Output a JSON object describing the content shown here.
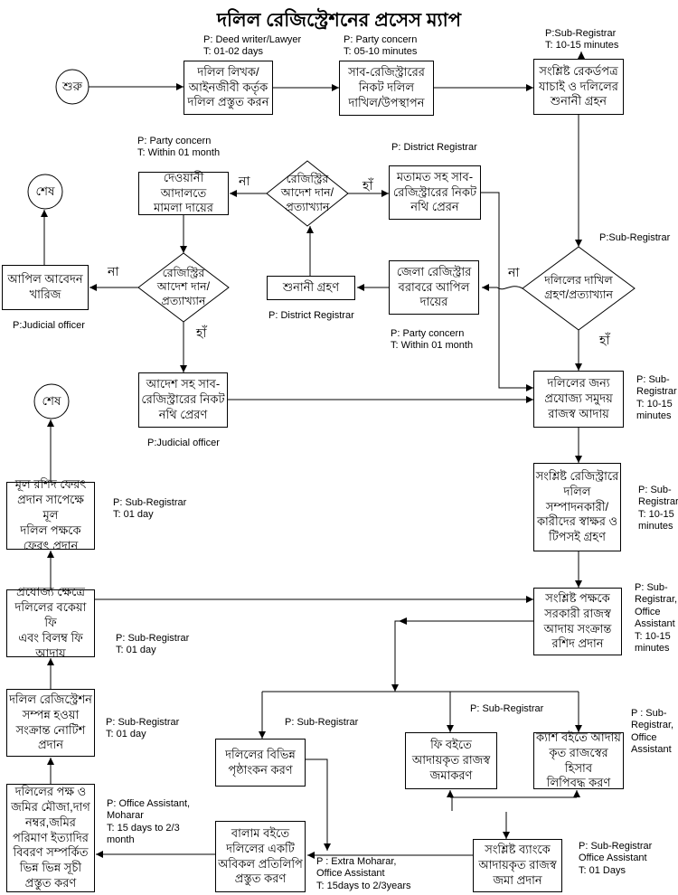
{
  "title": "দলিল রেজিস্ট্রেশনের প্রসেস ম্যাপ",
  "colors": {
    "line": "#000000",
    "box_border": "#000000",
    "background": "#ffffff",
    "text": "#000000"
  },
  "edges": {
    "yes": "হাঁ",
    "no": "না"
  },
  "nodes": {
    "start": {
      "label": "শুরু"
    },
    "end_top": {
      "label": "শেষ"
    },
    "end_mid": {
      "label": "শেষ"
    },
    "prepare_deed": {
      "label": "দলিল লিখক/\nআইনজীবী কর্তৃক\nদলিল প্রস্তুত করন"
    },
    "submit_deed": {
      "label": "সাব-রেজিস্ট্রারের\nনিকট দলিল\nদাখিল/উপস্থাপন"
    },
    "verify_records": {
      "label": "সংশ্লিষ্ট রেকর্ডপত্র\nযাচাই ও দলিলের\nশুনানী গ্রহন"
    },
    "decide_submission": {
      "label": "দলিলের দাখিল\nগ্রহণ/প্রত্যাখ্যান"
    },
    "send_file_opinion": {
      "label": "মতামত সহ সাব-\nরেজিস্ট্রারের নিকট\nনথি প্রেরন"
    },
    "appeal_district": {
      "label": "জেলা রেজিস্ট্রার\nবরাবরে আপিল\nদায়ের"
    },
    "hearing": {
      "label": "শুনানী গ্রহণ"
    },
    "registry_order_1": {
      "label": "রেজিস্ট্রির\nআদেশ দান/\nপ্রত্যাখ্যান"
    },
    "civil_suit": {
      "label": "দেওয়ানী আদালতে\nমামলা দায়ের"
    },
    "registry_order_2": {
      "label": "রেজিস্ট্রির\nআদেশ দান/\nপ্রত্যাখ্যান"
    },
    "appeal_dismissed": {
      "label": "আপিল আবেদন\nখারিজ"
    },
    "send_file_order": {
      "label": "আদেশ সহ সাব-\nরেজিস্ট্রারের নিকট\nনথি প্রেরণ"
    },
    "collect_revenue": {
      "label": "দলিলের জন্য\nপ্রযোজ্য সমুদয়\nরাজস্ব আদায়"
    },
    "signatures": {
      "label": "সংশ্লিষ্ট রেজিস্ট্রারে\nদলিল\nসম্পাদনকারী/\nকারীদের স্বাক্ষর ও\nটিপসই গ্রহণ"
    },
    "issue_receipt": {
      "label": "সংশ্লিষ্ট পক্ষকে\nসরকারী রাজস্ব\nআদায় সংক্রান্ত\nরশিদ প্রদান"
    },
    "return_original": {
      "label": "মূল রশিদ ফেরৎ\nপ্রদান সাপেক্ষে মূল\nদলিল পক্ষকে\nফেরৎ প্রদান"
    },
    "collect_due_fees": {
      "label": "প্রযোজ্য ক্ষেত্রে\nদলিলের বকেয়া ফি\nএবং বিলম্ব ফি\nআদায়"
    },
    "completion_notice": {
      "label": "দলিল রেজিস্ট্রেশন\nসম্পন্ন হওয়া\nসংক্রান্ত নোটিশ\nপ্রদান"
    },
    "prepare_indexes": {
      "label": "দলিলের পক্ষ ও\nজমির মৌজা,দাগ\nনম্বর,জমির\nপরিমাণ ইত্যাদির\nবিবরণ সম্পর্কিত\nভিন্ন ভিন্ন সূচী\nপ্রস্তুত করণ"
    },
    "endorsements": {
      "label": "দলিলের বিভিন্ন\nপৃষ্ঠাংকন করণ"
    },
    "fee_book": {
      "label": "ফি বইতে\nআদায়কৃত রাজস্ব\nজমাকরণ"
    },
    "cash_book": {
      "label": "ক্যাশ বইতে আদায়\nকৃত রাজস্বের হিসাব\nলিপিবদ্ধ করণ"
    },
    "balam_copy": {
      "label": "বালাম বইতে\nদলিলের একটি\nঅবিকল প্রতিলিপি\nপ্রস্তুত করণ"
    },
    "bank_deposit": {
      "label": "সংশ্লিষ্ট ব্যাংকে\nআদায়কৃত রাজস্ব\nজমা প্রদান"
    }
  },
  "ann": {
    "prepare": {
      "text": "P: Deed writer/Lawyer\nT: 01-02 days"
    },
    "submit": {
      "text": "P: Party concern\nT: 05-10 minutes"
    },
    "verify": {
      "text": "P:Sub-Registrar\nT: 10-15 minutes"
    },
    "civil": {
      "text": "P: Party concern\nT: Within 01 month"
    },
    "opinion": {
      "text": "P: District Registrar"
    },
    "decide": {
      "text": "P:Sub-Registrar"
    },
    "hearing": {
      "text": "P: District Registrar"
    },
    "appeal_dr": {
      "text": "P: Party concern\nT: Within 01 month"
    },
    "dismiss": {
      "text": "P:Judicial officer"
    },
    "sendorder": {
      "text": "P:Judicial officer"
    },
    "collect": {
      "text": "P: Sub-\nRegistrar\nT: 10-15\nminutes"
    },
    "sign": {
      "text": "P: Sub-\nRegistrar\nT: 10-15\nminutes"
    },
    "receipt": {
      "text": "P: Sub-\nRegistrar,\nOffice\nAssistant\nT: 10-15\nminutes"
    },
    "return": {
      "text": "P: Sub-Registrar\nT: 01 day"
    },
    "due": {
      "text": "P: Sub-Registrar\nT: 01 day"
    },
    "notice": {
      "text": "P: Sub-Registrar\nT: 01 day"
    },
    "endorse": {
      "text": "P: Sub-Registrar"
    },
    "feebook": {
      "text": "P: Sub-Registrar"
    },
    "cashbook": {
      "text": "P : Sub-\nRegistrar,\nOffice\nAssistant"
    },
    "index": {
      "text": "P: Office Assistant,\nMoharar\nT: 15 days to 2/3\nmonth"
    },
    "balam": {
      "text": "P : Extra Moharar,\nOffice Assistant\nT: 15days to 2/3years"
    },
    "bank": {
      "text": "P: Sub-Registrar\nOffice Assistant\nT: 01 Days"
    }
  }
}
